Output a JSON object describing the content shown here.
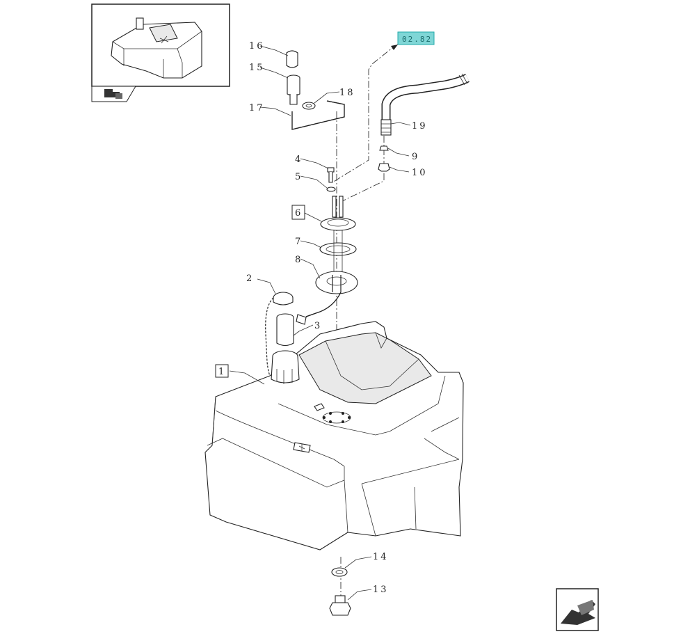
{
  "reference_chip": "02.82",
  "callouts": [
    {
      "id": "c1",
      "text": "1"
    },
    {
      "id": "c2",
      "text": "2"
    },
    {
      "id": "c3",
      "text": "3"
    },
    {
      "id": "c4",
      "text": "4"
    },
    {
      "id": "c5",
      "text": "5"
    },
    {
      "id": "c6",
      "text": "6"
    },
    {
      "id": "c7",
      "text": "7"
    },
    {
      "id": "c8",
      "text": "8"
    },
    {
      "id": "c9",
      "text": "9"
    },
    {
      "id": "c10",
      "text": "10"
    },
    {
      "id": "c13",
      "text": "13"
    },
    {
      "id": "c14",
      "text": "14"
    },
    {
      "id": "c15",
      "text": "15"
    },
    {
      "id": "c16",
      "text": "16"
    },
    {
      "id": "c17",
      "text": "17"
    },
    {
      "id": "c18",
      "text": "18"
    },
    {
      "id": "c19",
      "text": "19"
    }
  ],
  "icons": {
    "thumbnail": "fuel-tank-thumbnail",
    "nav_small": "next-page-arrow-icon",
    "nav_large": "previous-page-arrow-icon"
  }
}
